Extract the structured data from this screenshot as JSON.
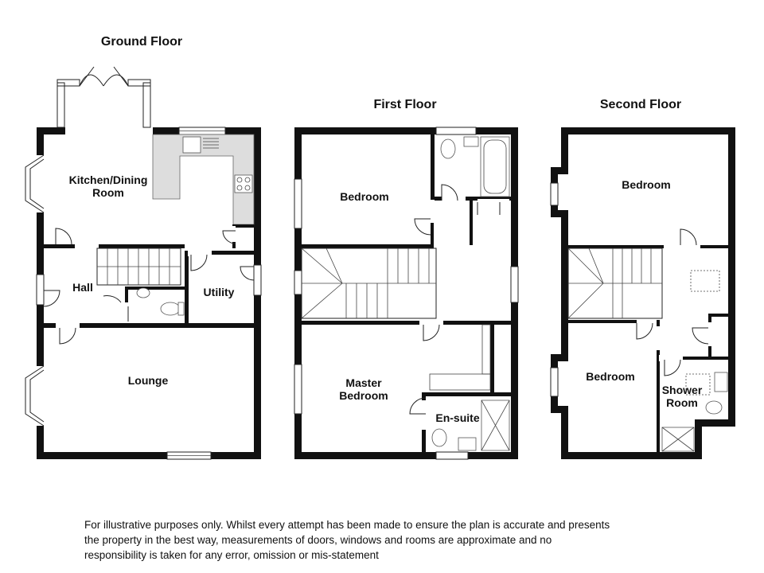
{
  "floors": [
    {
      "title": "Ground Floor"
    },
    {
      "title": "First Floor"
    },
    {
      "title": "Second Floor"
    }
  ],
  "rooms": {
    "ground": {
      "kitchen_line1": "Kitchen/Dining",
      "kitchen_line2": "Room",
      "hall": "Hall",
      "utility": "Utility",
      "lounge": "Lounge"
    },
    "first": {
      "bedroom": "Bedroom",
      "master_line1": "Master",
      "master_line2": "Bedroom",
      "ensuite": "En-suite"
    },
    "second": {
      "bedroom_top": "Bedroom",
      "bedroom_bottom": "Bedroom",
      "shower_line1": "Shower",
      "shower_line2": "Room"
    }
  },
  "disclaimer": {
    "line1": "For illustrative purposes only. Whilst every attempt has been made to ensure the plan is accurate and presents",
    "line2": "the property in the best way, measurements of doors, windows and rooms are approximate and no",
    "line3": "responsibility is taken for any error, omission or mis-statement"
  }
}
